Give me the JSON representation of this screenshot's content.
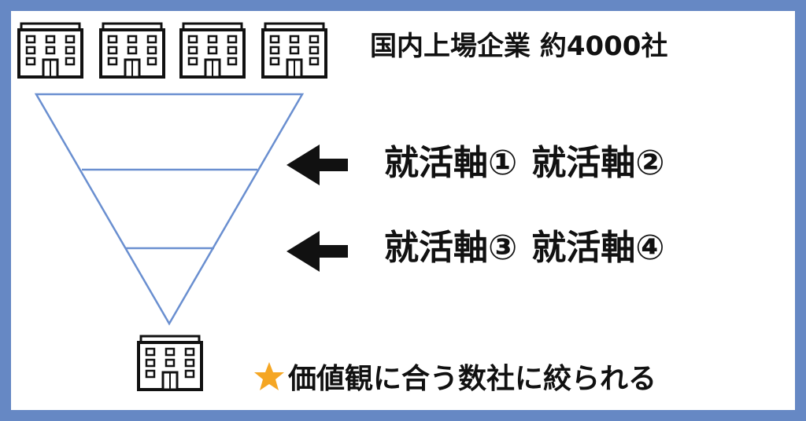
{
  "headline": "国内上場企業 約4000社",
  "axes": [
    {
      "label": "就活軸①"
    },
    {
      "label": "就活軸②"
    },
    {
      "label": "就活軸③"
    },
    {
      "label": "就活軸④"
    }
  ],
  "conclusion": "価値観に合う数社に絞られる",
  "icons": {
    "top_buildings": [
      "building-icon",
      "building-icon",
      "building-icon",
      "building-icon"
    ],
    "bottom_building": "building-icon",
    "arrows": [
      "left-arrow-icon",
      "left-arrow-icon"
    ],
    "star": "star-icon"
  },
  "colors": {
    "border": "#6688c4",
    "funnel_stroke": "#6a8fd0",
    "star": "#f5a623",
    "text": "#111111"
  }
}
